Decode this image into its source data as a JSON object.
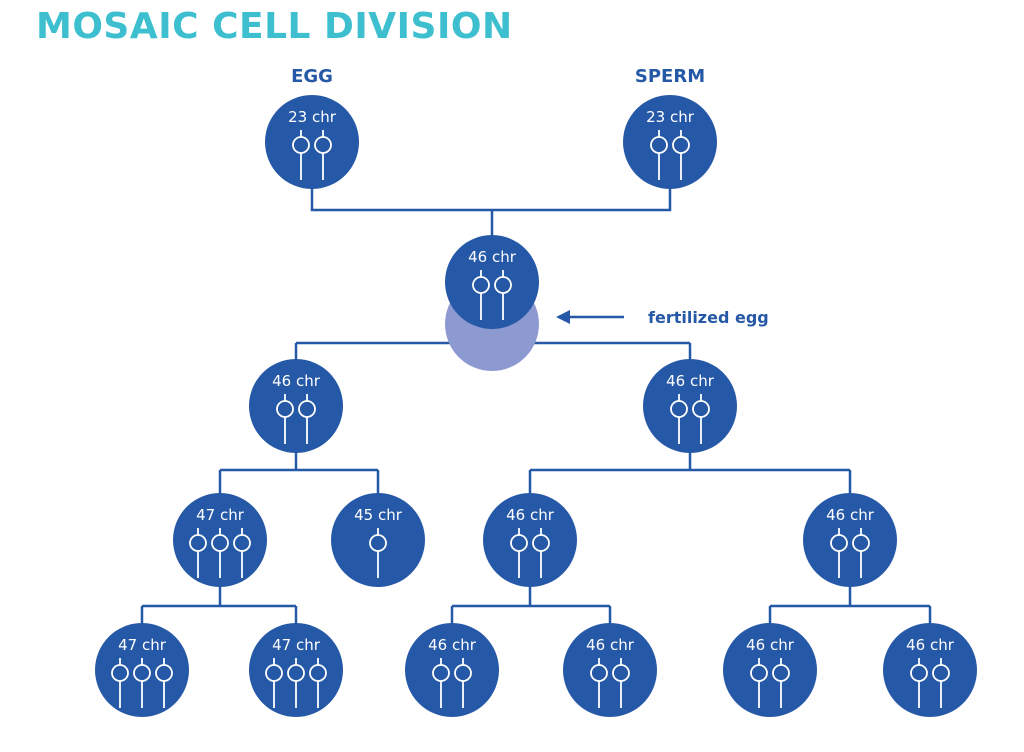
{
  "title": "MOSAIC CELL DIVISION",
  "colors": {
    "title": "#3dbfcf",
    "cell": "#2558a6",
    "line": "#2558a6",
    "halo": "#8d9ad1",
    "text": "#2558a6"
  },
  "callout": {
    "text": "fertilized egg",
    "icon": "left-arrow-icon"
  },
  "cells": [
    {
      "id": "egg",
      "label": "23 chr",
      "chromosomes": 2,
      "caption": "EGG"
    },
    {
      "id": "sperm",
      "label": "23 chr",
      "chromosomes": 2,
      "caption": "SPERM"
    },
    {
      "id": "zygote",
      "label": "46 chr",
      "chromosomes": 2
    },
    {
      "id": "g1-left",
      "label": "46 chr",
      "chromosomes": 2
    },
    {
      "id": "g1-right",
      "label": "46 chr",
      "chromosomes": 2
    },
    {
      "id": "g2-a",
      "label": "47 chr",
      "chromosomes": 3
    },
    {
      "id": "g2-b",
      "label": "45 chr",
      "chromosomes": 1
    },
    {
      "id": "g2-c",
      "label": "46 chr",
      "chromosomes": 2
    },
    {
      "id": "g2-d",
      "label": "46 chr",
      "chromosomes": 2
    },
    {
      "id": "g3-a",
      "label": "47 chr",
      "chromosomes": 3
    },
    {
      "id": "g3-b",
      "label": "47 chr",
      "chromosomes": 3
    },
    {
      "id": "g3-c",
      "label": "46 chr",
      "chromosomes": 2
    },
    {
      "id": "g3-d",
      "label": "46 chr",
      "chromosomes": 2
    },
    {
      "id": "g3-e",
      "label": "46 chr",
      "chromosomes": 2
    },
    {
      "id": "g3-f",
      "label": "46 chr",
      "chromosomes": 2
    }
  ]
}
